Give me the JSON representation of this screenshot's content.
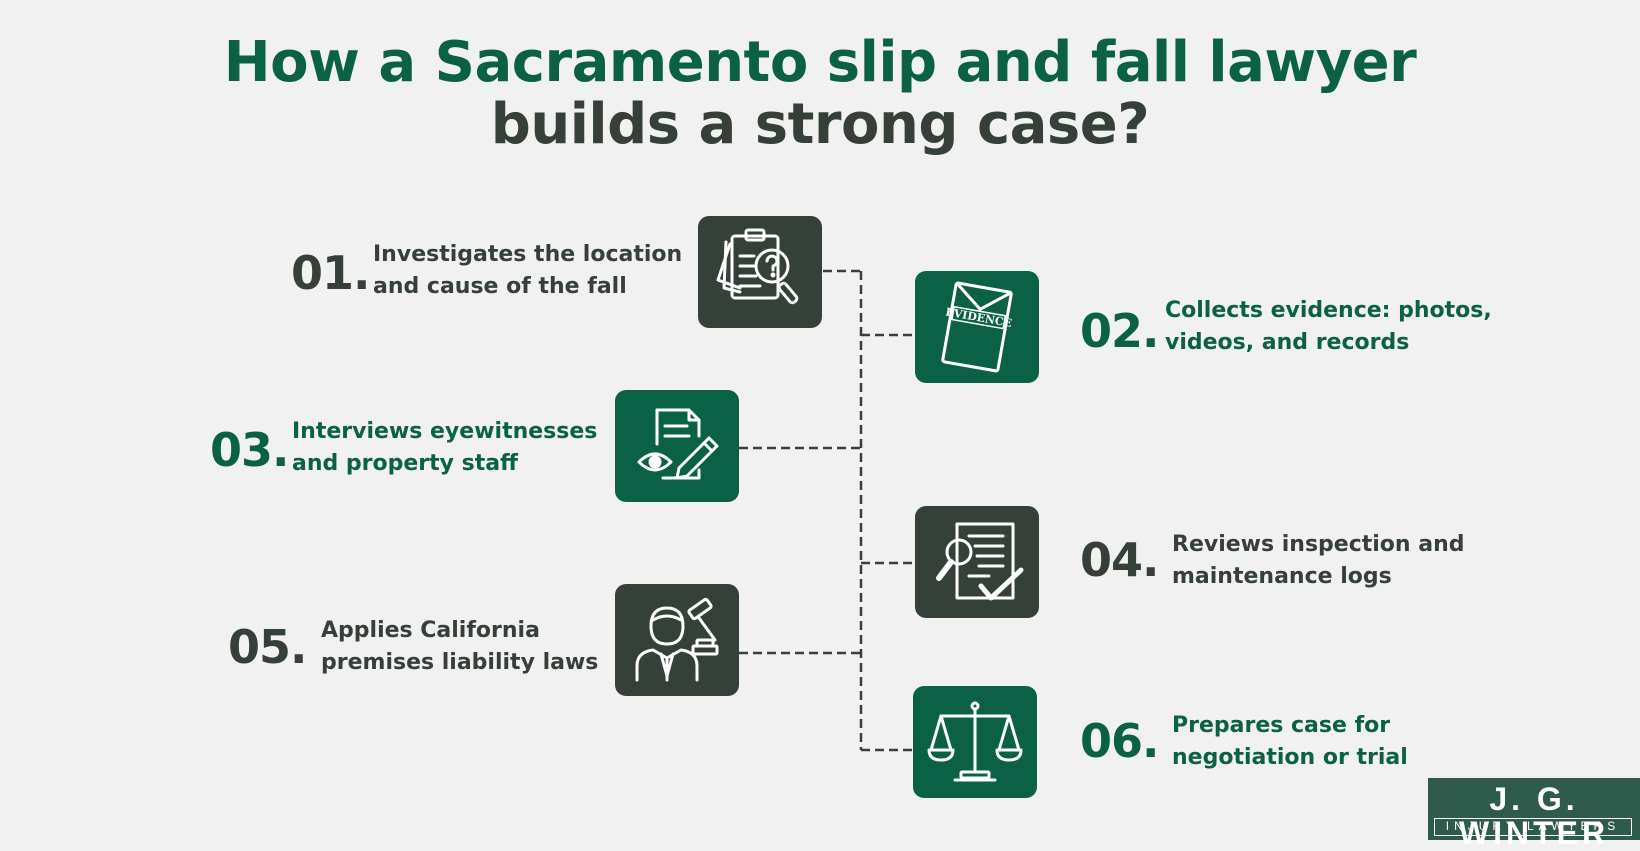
{
  "title": {
    "line1": "How a Sacramento slip and fall lawyer",
    "line2": "builds a strong case?"
  },
  "steps": [
    {
      "number": "01.",
      "text_line1": "Investigates the location",
      "text_line2": "and cause of the fall",
      "icon": "clipboard-question-icon",
      "color": "#364039"
    },
    {
      "number": "02.",
      "text_line1": "Collects evidence: photos,",
      "text_line2": "videos, and records",
      "icon": "evidence-envelope-icon",
      "color": "#0b6146"
    },
    {
      "number": "03.",
      "text_line1": "Interviews eyewitnesses",
      "text_line2": "and property staff",
      "icon": "eye-document-pen-icon",
      "color": "#0b6146"
    },
    {
      "number": "04.",
      "text_line1": "Reviews inspection and",
      "text_line2": "maintenance logs",
      "icon": "document-magnifier-check-icon",
      "color": "#364039"
    },
    {
      "number": "05.",
      "text_line1": "Applies California",
      "text_line2": "premises liability laws",
      "icon": "lawyer-gavel-icon",
      "color": "#364039"
    },
    {
      "number": "06.",
      "text_line1": "Prepares case for",
      "text_line2": "negotiation or trial",
      "icon": "scales-of-justice-icon",
      "color": "#0b6146"
    }
  ],
  "logo": {
    "name": "J. G. WINTER",
    "tagline": "INJURY LAWYERS"
  },
  "colors": {
    "background": "#f1f1f1",
    "dark": "#354039",
    "green": "#0b6146"
  }
}
